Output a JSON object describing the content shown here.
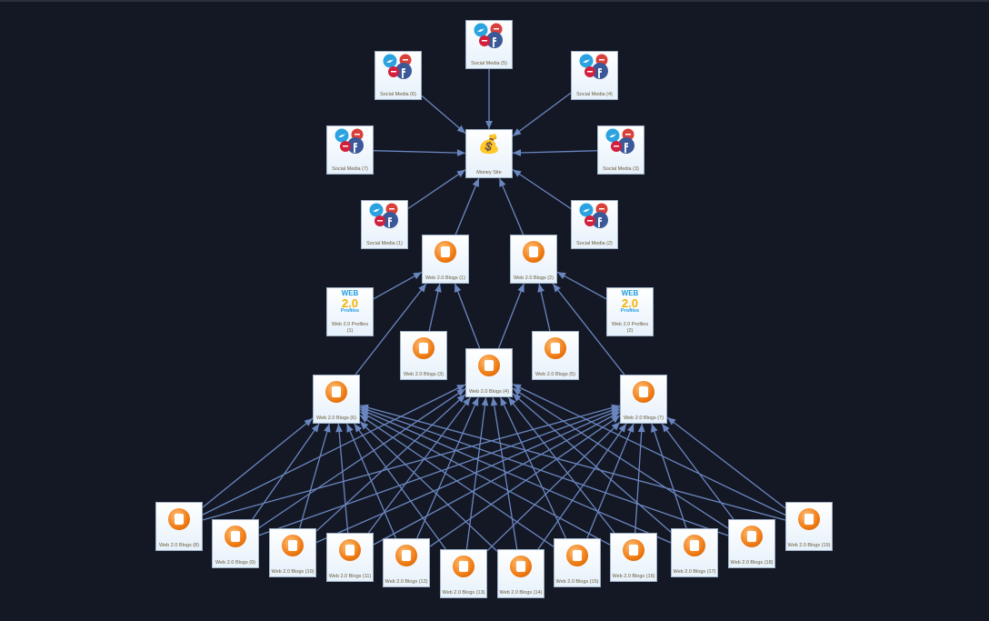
{
  "nodes": [
    {
      "id": "sm5",
      "type": "social",
      "label": "Social Media (5)"
    },
    {
      "id": "sm6",
      "type": "social",
      "label": "Social Media (6)"
    },
    {
      "id": "sm4",
      "type": "social",
      "label": "Social Media (4)"
    },
    {
      "id": "sm7",
      "type": "social",
      "label": "Social Media (7)"
    },
    {
      "id": "money",
      "type": "money",
      "label": "Money Site"
    },
    {
      "id": "sm3",
      "type": "social",
      "label": "Social Media (3)"
    },
    {
      "id": "sm1",
      "type": "social",
      "label": "Social Media (1)"
    },
    {
      "id": "sm2",
      "type": "social",
      "label": "Social Media (2)"
    },
    {
      "id": "b1",
      "type": "blog",
      "label": "Web 2.0 Blogs (1)"
    },
    {
      "id": "b2",
      "type": "blog",
      "label": "Web 2.0 Blogs (2)"
    },
    {
      "id": "p1",
      "type": "profile",
      "label": "Web 2.0 Profiles (1)"
    },
    {
      "id": "p2",
      "type": "profile",
      "label": "Web 2.0 Profiles (2)"
    },
    {
      "id": "b3",
      "type": "blog",
      "label": "Web 2.0 Blogs (3)"
    },
    {
      "id": "b4",
      "type": "blog",
      "label": "Web 2.0 Blogs (4)"
    },
    {
      "id": "b5",
      "type": "blog",
      "label": "Web 2.0 Blogs (5)"
    },
    {
      "id": "b6",
      "type": "blog",
      "label": "Web 2.0 Blogs (6)"
    },
    {
      "id": "b7",
      "type": "blog",
      "label": "Web 2.0 Blogs (7)"
    },
    {
      "id": "b8",
      "type": "blog",
      "label": "Web 2.0 Blogs (8)"
    },
    {
      "id": "b9",
      "type": "blog",
      "label": "Web 2.0 Blogs (9)"
    },
    {
      "id": "b10",
      "type": "blog",
      "label": "Web 2.0 Blogs (10)"
    },
    {
      "id": "b11",
      "type": "blog",
      "label": "Web 2.0 Blogs (11)"
    },
    {
      "id": "b12",
      "type": "blog",
      "label": "Web 2.0 Blogs (12)"
    },
    {
      "id": "b13",
      "type": "blog",
      "label": "Web 2.0 Blogs (13)"
    },
    {
      "id": "b14",
      "type": "blog",
      "label": "Web 2.0 Blogs (14)"
    },
    {
      "id": "b15",
      "type": "blog",
      "label": "Web 2.0 Blogs (15)"
    },
    {
      "id": "b16",
      "type": "blog",
      "label": "Web 2.0 Blogs (16)"
    },
    {
      "id": "b17",
      "type": "blog",
      "label": "Web 2.0 Blogs (17)"
    },
    {
      "id": "b18",
      "type": "blog",
      "label": "Web 2.0 Blogs (18)"
    },
    {
      "id": "b19",
      "type": "blog",
      "label": "Web 2.0 Blogs (19)"
    }
  ],
  "edges": [
    [
      "sm1",
      "money"
    ],
    [
      "sm2",
      "money"
    ],
    [
      "sm3",
      "money"
    ],
    [
      "sm4",
      "money"
    ],
    [
      "sm5",
      "money"
    ],
    [
      "sm6",
      "money"
    ],
    [
      "sm7",
      "money"
    ],
    [
      "b1",
      "money"
    ],
    [
      "b2",
      "money"
    ],
    [
      "p1",
      "b1"
    ],
    [
      "b3",
      "b1"
    ],
    [
      "b4",
      "b1"
    ],
    [
      "b6",
      "b1"
    ],
    [
      "b4",
      "b2"
    ],
    [
      "b5",
      "b2"
    ],
    [
      "p2",
      "b2"
    ],
    [
      "b7",
      "b2"
    ],
    [
      "b8",
      "b6"
    ],
    [
      "b9",
      "b6"
    ],
    [
      "b10",
      "b6"
    ],
    [
      "b11",
      "b6"
    ],
    [
      "b12",
      "b6"
    ],
    [
      "b13",
      "b6"
    ],
    [
      "b14",
      "b6"
    ],
    [
      "b15",
      "b6"
    ],
    [
      "b16",
      "b6"
    ],
    [
      "b17",
      "b6"
    ],
    [
      "b18",
      "b6"
    ],
    [
      "b19",
      "b6"
    ],
    [
      "b8",
      "b4"
    ],
    [
      "b9",
      "b4"
    ],
    [
      "b10",
      "b4"
    ],
    [
      "b11",
      "b4"
    ],
    [
      "b12",
      "b4"
    ],
    [
      "b13",
      "b4"
    ],
    [
      "b14",
      "b4"
    ],
    [
      "b15",
      "b4"
    ],
    [
      "b16",
      "b4"
    ],
    [
      "b17",
      "b4"
    ],
    [
      "b18",
      "b4"
    ],
    [
      "b19",
      "b4"
    ],
    [
      "b8",
      "b7"
    ],
    [
      "b9",
      "b7"
    ],
    [
      "b10",
      "b7"
    ],
    [
      "b11",
      "b7"
    ],
    [
      "b12",
      "b7"
    ],
    [
      "b13",
      "b7"
    ],
    [
      "b14",
      "b7"
    ],
    [
      "b15",
      "b7"
    ],
    [
      "b16",
      "b7"
    ],
    [
      "b17",
      "b7"
    ],
    [
      "b18",
      "b7"
    ],
    [
      "b19",
      "b7"
    ]
  ],
  "profile_logo": {
    "top": "WEB",
    "mid": "2.0",
    "bottom": "Profiles"
  },
  "colors": {
    "background": "#141824",
    "edge": "#6a86c0"
  }
}
